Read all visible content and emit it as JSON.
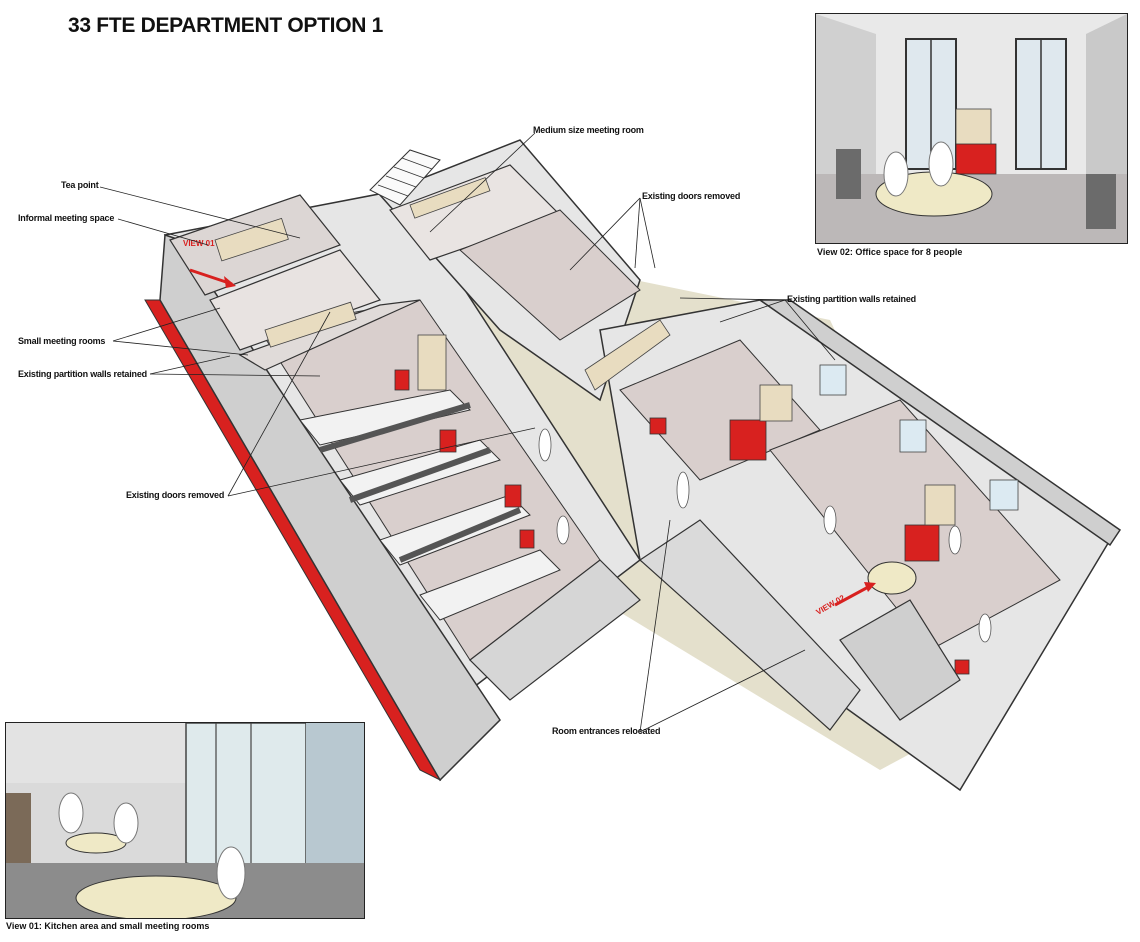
{
  "title": "33 FTE DEPARTMENT OPTION 1",
  "annotations": {
    "tea_point": "Tea point",
    "informal_meeting": "Informal meeting space",
    "small_meeting_rooms": "Small meeting rooms",
    "partition_left": "Existing partition walls retained",
    "doors_removed_left": "Existing doors removed",
    "medium_meeting_room": "Medium size meeting room",
    "doors_removed_top": "Existing doors removed",
    "partition_right": "Existing partition walls retained",
    "room_entrances": "Room entrances relocated"
  },
  "markers": {
    "view01": "VIEW 01",
    "view02": "VIEW 02"
  },
  "views": {
    "view02_caption": "View 02: Office space for 8 people",
    "view01_caption": "View 01: Kitchen area and small meeting rooms"
  },
  "colors": {
    "accent_red": "#d8211f",
    "floor": "#d9cfcd",
    "wall": "#e2e2e2",
    "wall_dark": "#9a9a9a",
    "corridor": "#ddd8c3"
  }
}
